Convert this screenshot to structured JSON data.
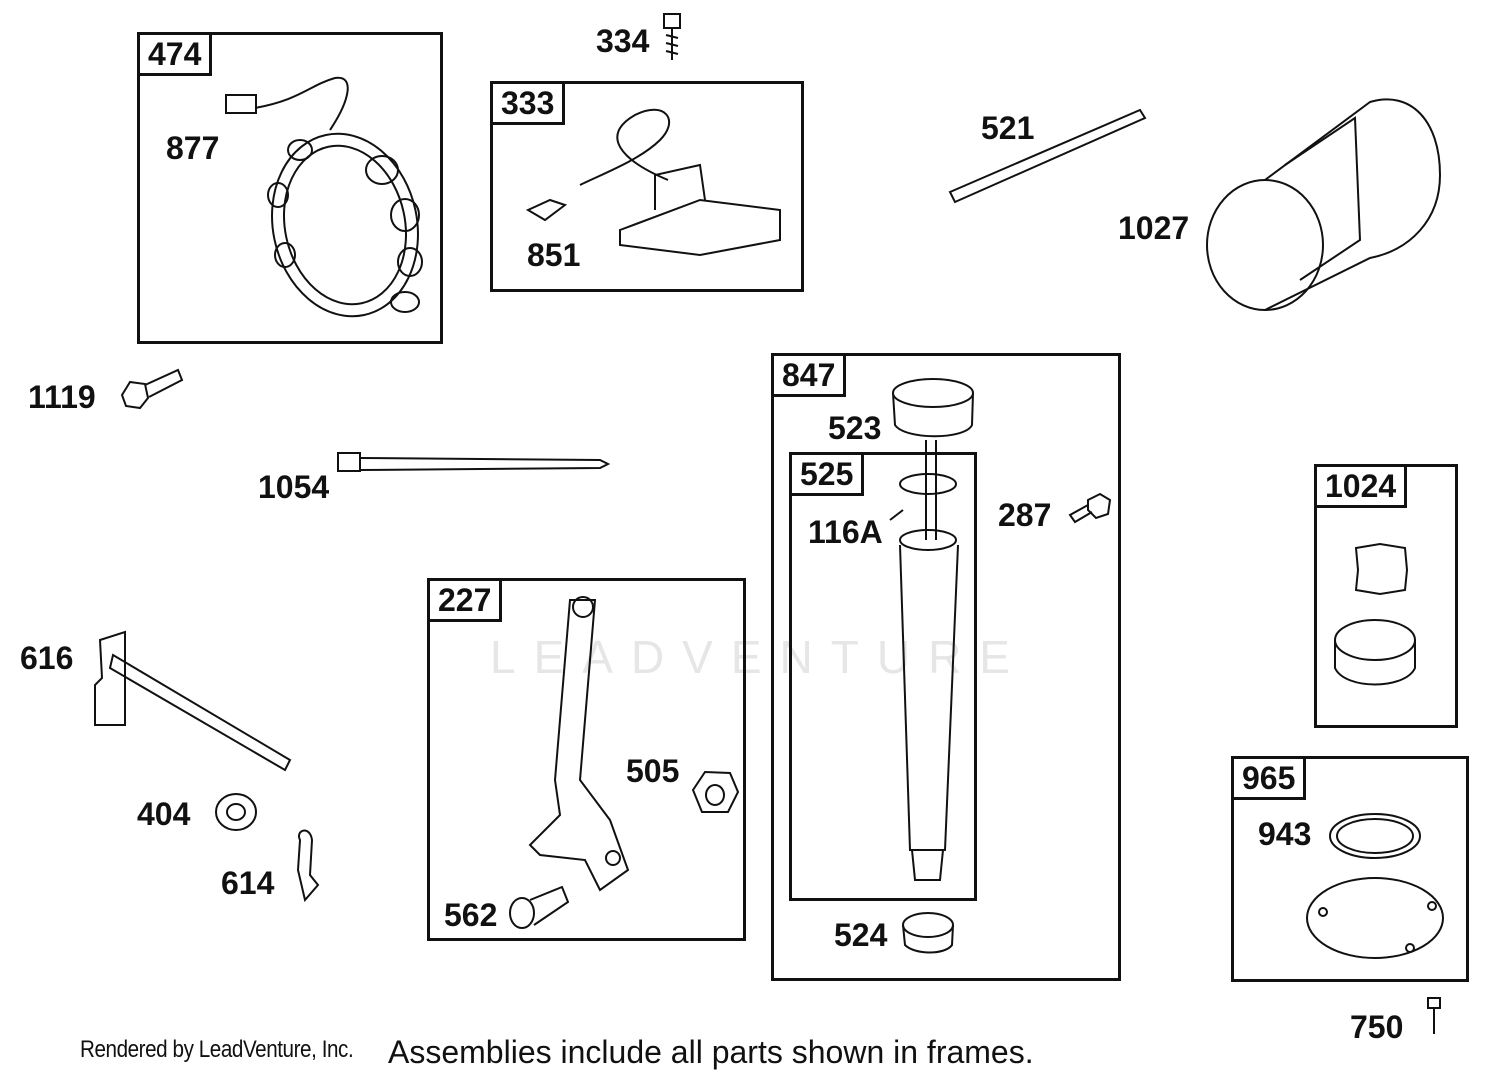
{
  "frames": [
    {
      "id": "474"
    },
    {
      "id": "333"
    },
    {
      "id": "847"
    },
    {
      "id": "525"
    },
    {
      "id": "227"
    },
    {
      "id": "1024"
    },
    {
      "id": "965"
    }
  ],
  "parts": {
    "p334": "334",
    "p877": "877",
    "p851": "851",
    "p521": "521",
    "p1027": "1027",
    "p1119": "1119",
    "p1054": "1054",
    "p523": "523",
    "p116a": "116A",
    "p287": "287",
    "p616": "616",
    "p404": "404",
    "p614": "614",
    "p505": "505",
    "p562": "562",
    "p524": "524",
    "p943": "943",
    "p750": "750"
  },
  "footer": {
    "credit": "Rendered by LeadVenture, Inc.",
    "note": "Assemblies include all parts shown in frames."
  },
  "watermark": "LEADVENTURE",
  "colors": {
    "ink": "#111111",
    "watermark": "#e6e6e6",
    "background": "#ffffff"
  }
}
